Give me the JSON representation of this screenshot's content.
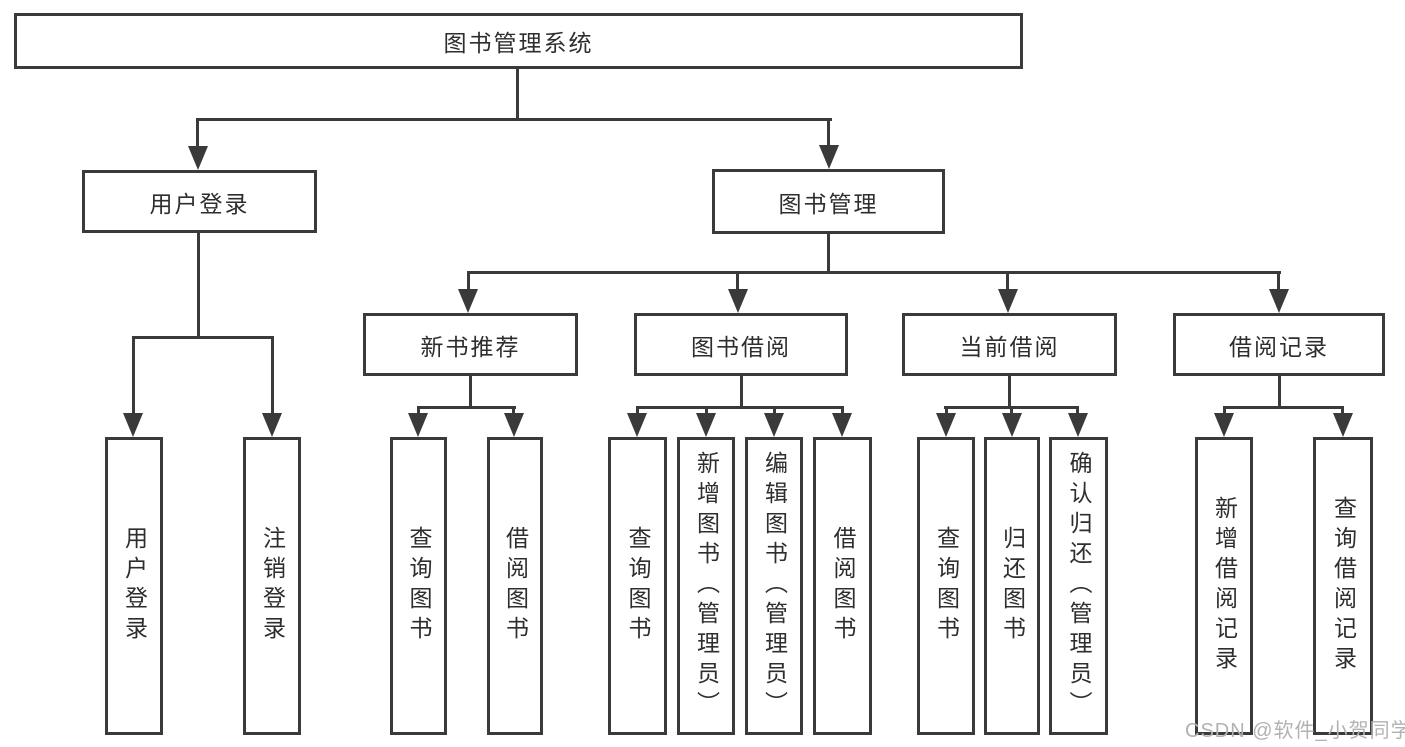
{
  "tree": {
    "label": "图书管理系统",
    "children": [
      {
        "label": "用户登录",
        "children": [
          {
            "label": "用户登录"
          },
          {
            "label": "注销登录"
          }
        ]
      },
      {
        "label": "图书管理",
        "children": [
          {
            "label": "新书推荐",
            "children": [
              {
                "label": "查询图书"
              },
              {
                "label": "借阅图书"
              }
            ]
          },
          {
            "label": "图书借阅",
            "children": [
              {
                "label": "查询图书"
              },
              {
                "label": "新增图书（管理员）"
              },
              {
                "label": "编辑图书（管理员）"
              },
              {
                "label": "借阅图书"
              }
            ]
          },
          {
            "label": "当前借阅",
            "children": [
              {
                "label": "查询图书"
              },
              {
                "label": "归还图书"
              },
              {
                "label": "确认归还（管理员）"
              }
            ]
          },
          {
            "label": "借阅记录",
            "children": [
              {
                "label": "新增借阅记录"
              },
              {
                "label": "查询借阅记录"
              }
            ]
          }
        ]
      }
    ]
  },
  "watermark": "CSDN @软件_小贺同学",
  "colors": {
    "line": "#3a3a3a",
    "text": "#2e2e2e",
    "watermark": "#b2b2b2",
    "background": "#ffffff"
  }
}
